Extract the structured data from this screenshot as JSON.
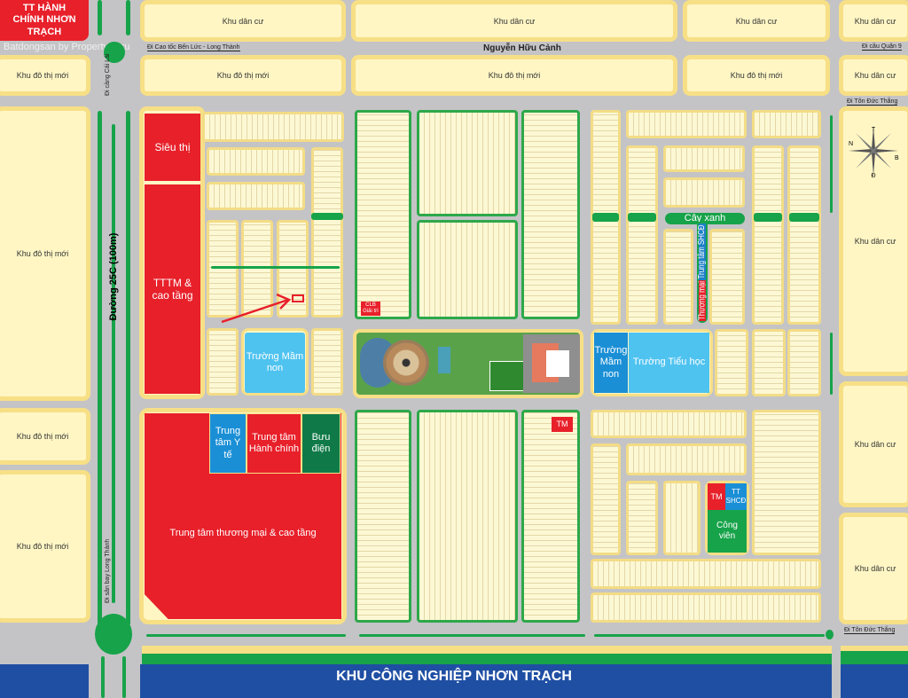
{
  "top": {
    "admin_center": "TT HÀNH CHÍNH NHƠN TRẠCH",
    "watermark": "Batdongsan by PropertyGuru"
  },
  "areas": {
    "khu_dan_cu": "Khu dân cư",
    "khu_do_thi_moi": "Khu đô thị mới"
  },
  "roads": {
    "nguyen_huu_canh": "Nguyễn Hữu Cảnh",
    "cao_toc": "Đi Cao tốc Bến Lức - Long Thành",
    "cau_quan_9": "Đi cầu Quận 9",
    "ton_duc_thang": "Đi Tôn Đức Thắng",
    "cang_cai_lai": "Đi cảng Cái Lái",
    "san_bay": "Đi sân bay Long Thành",
    "duong_25c": "Đường 25C (100m)"
  },
  "facilities": {
    "sieu_thi": "Siêu thị",
    "tttm": "TTTM & cao tầng",
    "mam_non": "Trường Mầm non",
    "tieu_hoc": "Trường Tiểu học",
    "cay_xanh": "Cây xanh",
    "trung_tam_shcd": "Trung tâm SHCĐ",
    "thuong_mai": "Thương mại",
    "clb": "CLB Giải trí",
    "y_te": "Trung tâm Y tế",
    "hanh_chinh": "Trung tâm Hành chính",
    "buu_dien": "Bưu điện",
    "tttm_cao_tang": "Trung tâm thương mại & cao tầng",
    "tm": "TM",
    "tt_shcd": "TT SHCĐ",
    "cong_vien": "Công viên"
  },
  "industrial": "KHU CÔNG NGHIỆP NHƠN TRẠCH",
  "compass": {
    "n": "T",
    "w": "N",
    "e": "B",
    "s": "Đ"
  },
  "colors": {
    "commercial": "#e8202a",
    "school": "#4fc3f0",
    "green": "#17a34a",
    "industrial": "#1f4fa3",
    "residential": "#fff6c4"
  }
}
